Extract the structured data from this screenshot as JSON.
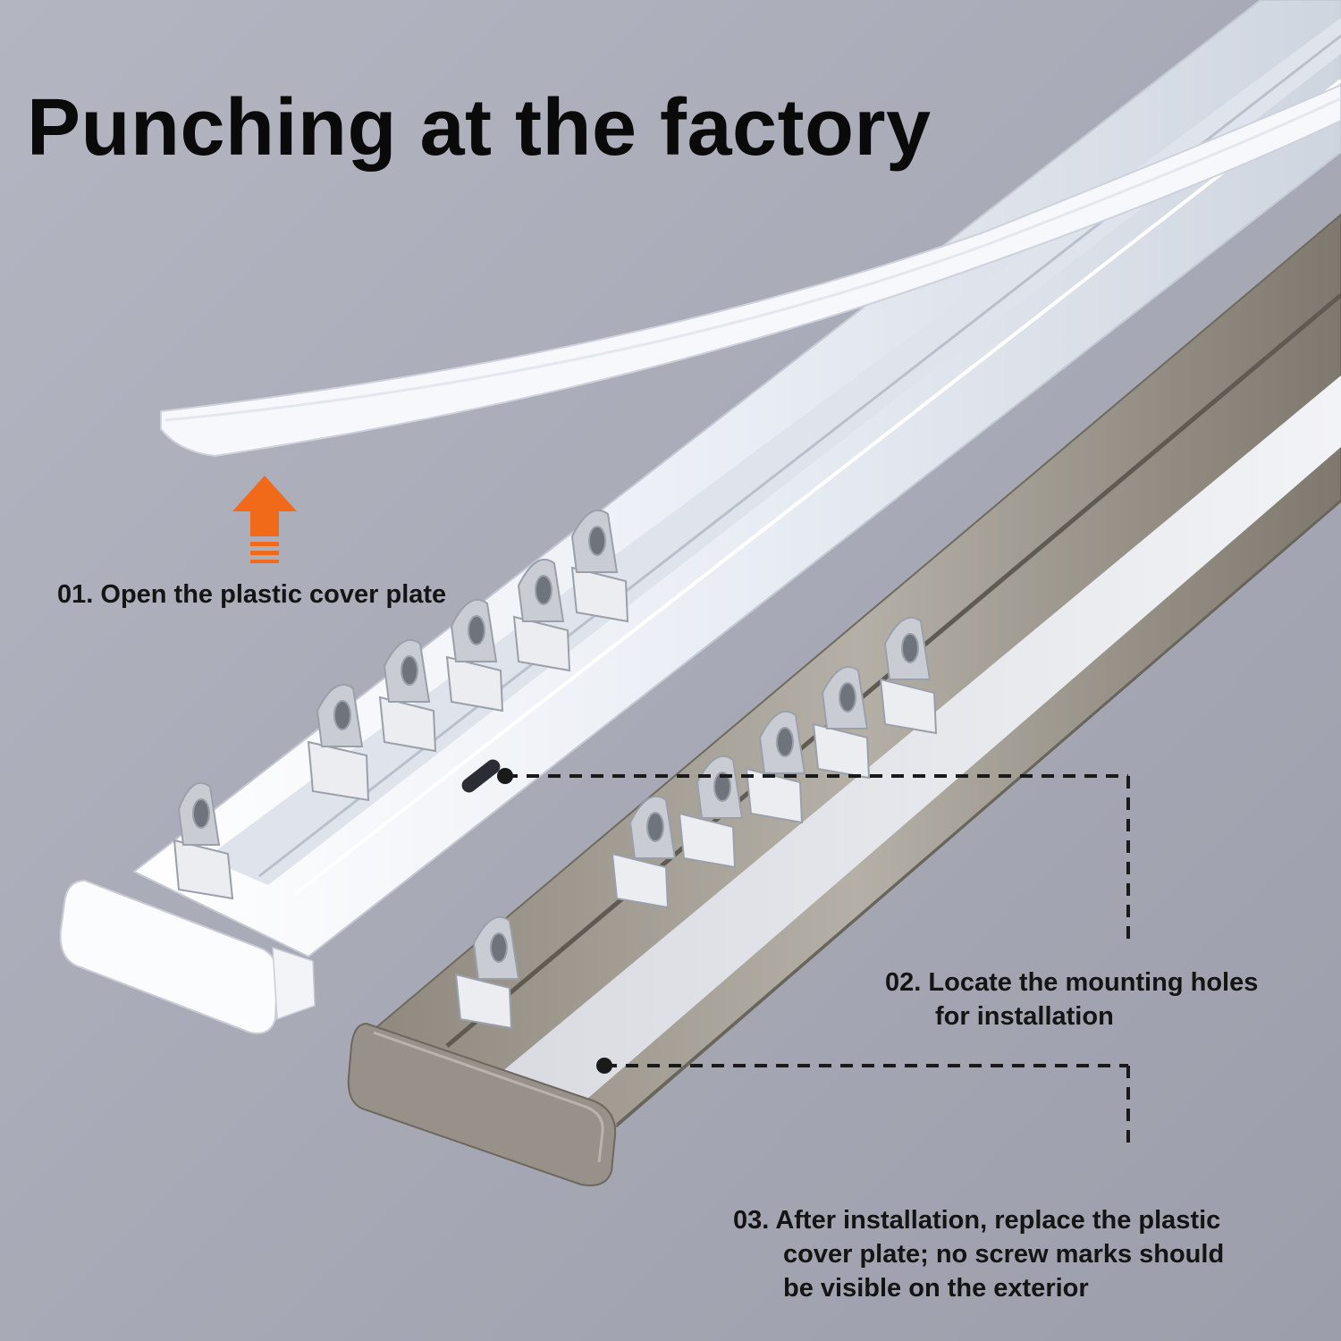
{
  "title": "Punching at the factory",
  "steps": [
    {
      "number": "01.",
      "lines": [
        "Open the plastic cover plate"
      ]
    },
    {
      "number": "02.",
      "lines": [
        "Locate the mounting holes",
        "for installation"
      ]
    },
    {
      "number": "03.",
      "lines": [
        "After installation, replace the plastic",
        "cover plate; no screw marks should",
        "be visible on the exterior"
      ]
    }
  ],
  "colors": {
    "background": "#a7a9b6",
    "white_rail": "#f4f6fa",
    "champagne_rail": "#a39e94",
    "arrow": "#f06a1a",
    "text": "#141414"
  },
  "icons": {
    "arrow": "up-arrow-icon"
  }
}
